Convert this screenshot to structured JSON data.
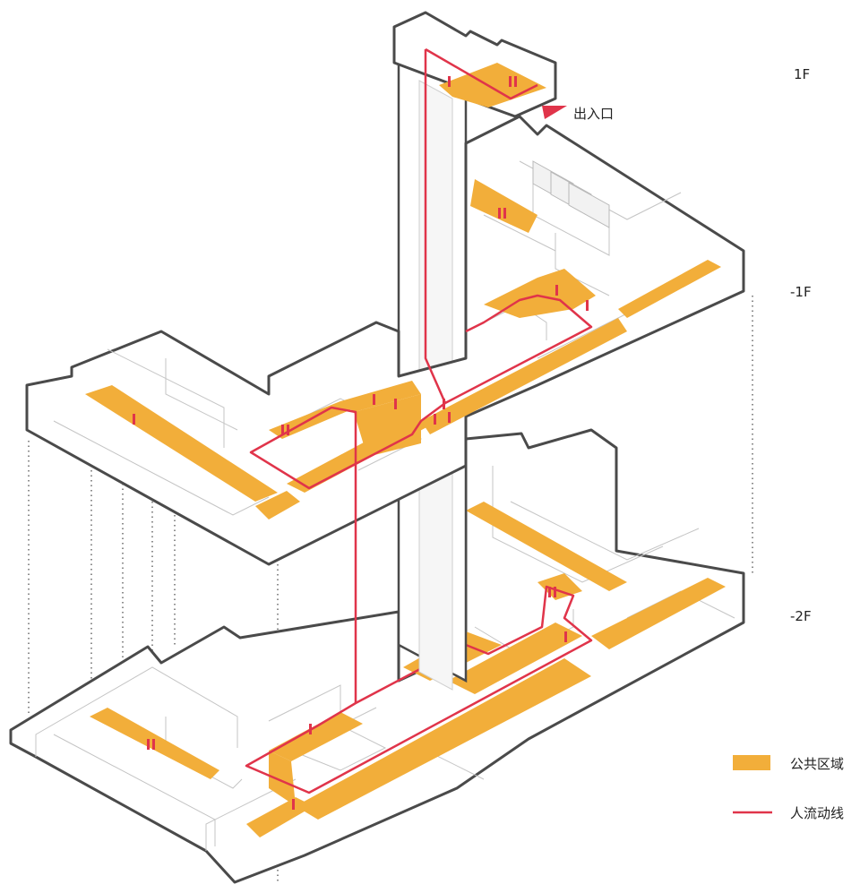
{
  "floors": [
    {
      "id": "f1",
      "label": "1F"
    },
    {
      "id": "b1",
      "label": "-1F"
    },
    {
      "id": "b2",
      "label": "-2F"
    }
  ],
  "entrance": {
    "label": "出入口"
  },
  "legend": {
    "public_area": {
      "label": "公共区域",
      "color": "#F2AE3A"
    },
    "people_flow": {
      "label": "人流动线",
      "color": "#E0344A"
    }
  },
  "colors": {
    "outline": "#4a4a4a",
    "wall": "#bdbdbd",
    "floor_fill": "#ffffff"
  }
}
